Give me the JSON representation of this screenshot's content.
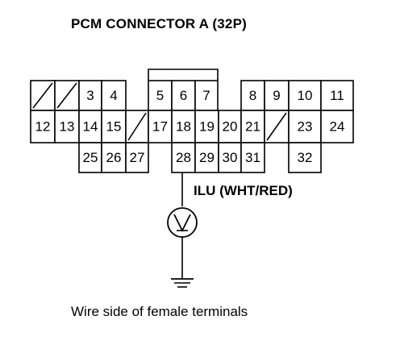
{
  "title": "PCM CONNECTOR A (32P)",
  "caption": "Wire side of female terminals",
  "wire_label": "ILU (WHT/RED)",
  "connector": {
    "row1": [
      {
        "label": "",
        "empty": true
      },
      {
        "label": "",
        "empty": true
      },
      {
        "label": "3"
      },
      {
        "label": "4"
      },
      {
        "label": "5"
      },
      {
        "label": "6"
      },
      {
        "label": "7"
      },
      {
        "label": "8"
      },
      {
        "label": "9"
      },
      {
        "label": "10"
      },
      {
        "label": "11"
      }
    ],
    "row2": [
      {
        "label": "12"
      },
      {
        "label": "13"
      },
      {
        "label": "14"
      },
      {
        "label": "15"
      },
      {
        "label": "",
        "empty": true
      },
      {
        "label": "17"
      },
      {
        "label": "18"
      },
      {
        "label": "19"
      },
      {
        "label": "20"
      },
      {
        "label": "21"
      },
      {
        "label": "",
        "empty": true
      },
      {
        "label": "23"
      },
      {
        "label": "24"
      }
    ],
    "row3": [
      {
        "label": "25"
      },
      {
        "label": "26"
      },
      {
        "label": "27"
      },
      {
        "label": "28"
      },
      {
        "label": "29"
      },
      {
        "label": "30"
      },
      {
        "label": "31"
      },
      {
        "label": "32"
      }
    ]
  },
  "symbols": {
    "meter": "voltmeter-icon",
    "ground": "ground-icon"
  }
}
